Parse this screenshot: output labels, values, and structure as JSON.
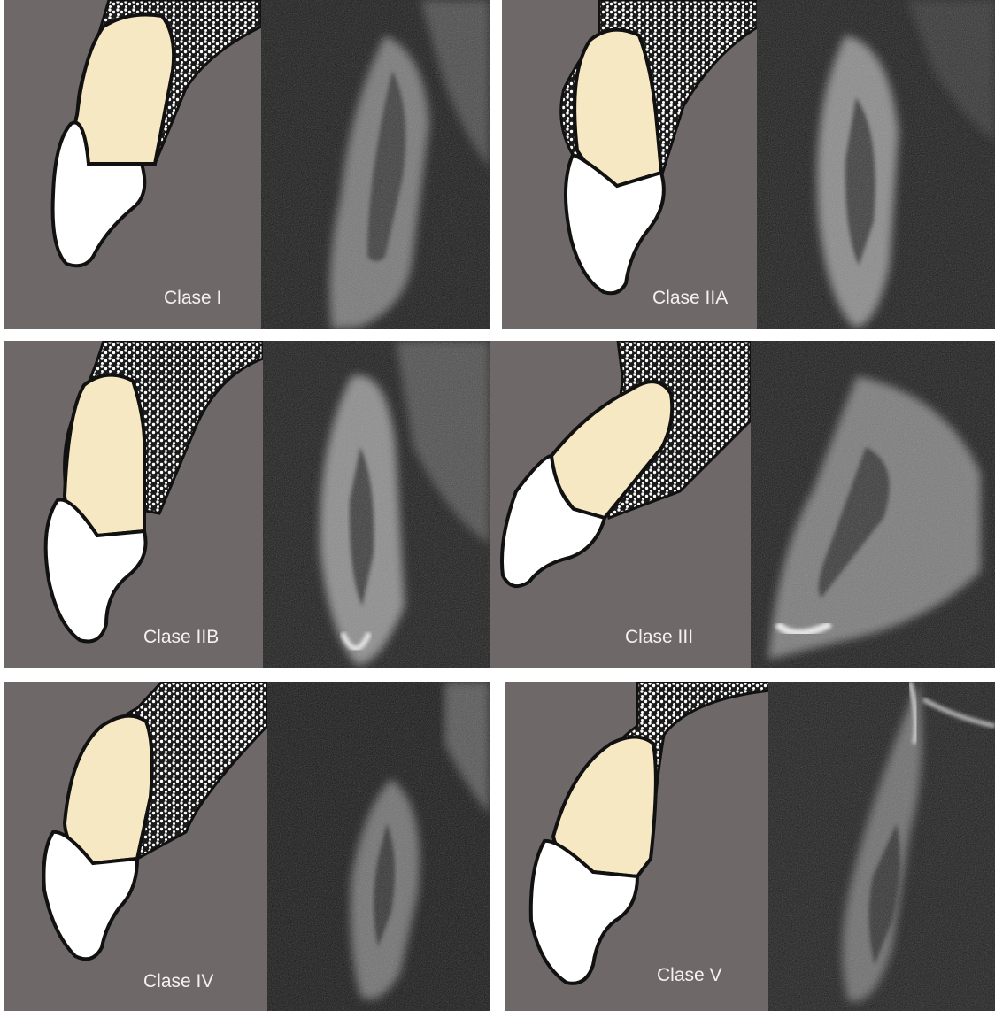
{
  "colors": {
    "background": "#6f6869",
    "root": "#f7e8c4",
    "crown": "#ffffff",
    "outline": "#111111",
    "bone_dots": "#ffffff",
    "xray_dark": "#141414"
  },
  "panels": [
    {
      "label": "Clase I"
    },
    {
      "label": "Clase IIA"
    },
    {
      "label": "Clase IIB"
    },
    {
      "label": "Clase III"
    },
    {
      "label": "Clase IV"
    },
    {
      "label": "Clase V"
    }
  ]
}
